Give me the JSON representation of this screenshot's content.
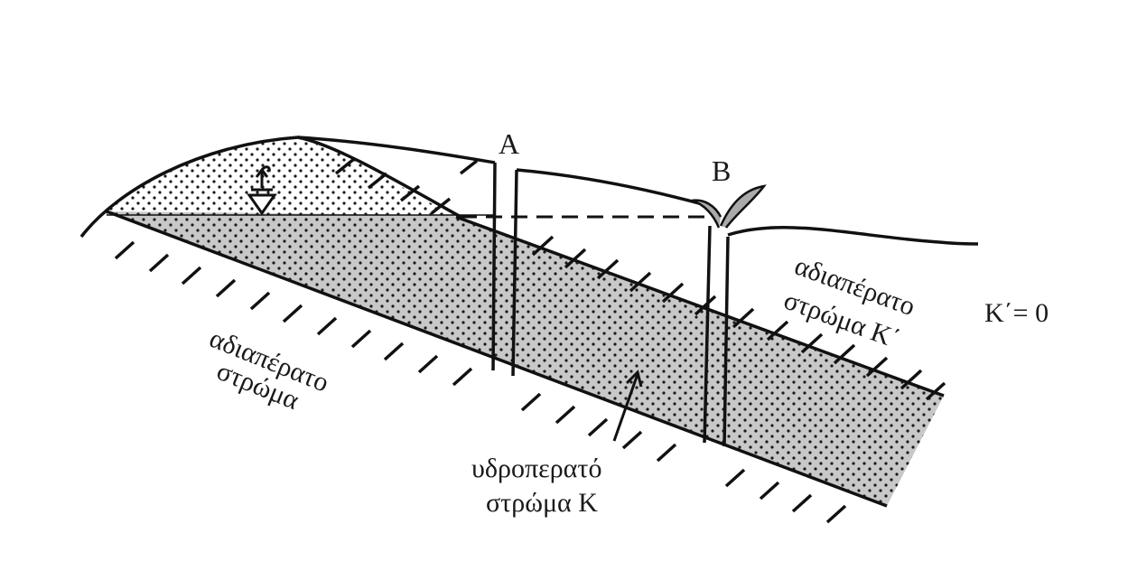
{
  "diagram": {
    "labels": {
      "well_a": "A",
      "well_b": "B",
      "left_layer_line1": "αδιαπέρατο",
      "left_layer_line2": "στρώμα",
      "right_layer_line1": "αδιαπέρατο",
      "right_layer_line2": "στρώμα K΄",
      "k_prime_zero": "K΄= 0",
      "aquifer_line1": "υδροπερατό",
      "aquifer_line2": "στρώμα K"
    },
    "colors": {
      "line": "#111111",
      "aquifer_fill": "#c8c8c8",
      "stipple_dot": "#1a1a1a",
      "plant_fill": "#aaaaaa"
    },
    "icons": {
      "water_table": "water-table-triangle-icon",
      "plant": "plant-sprout-icon",
      "rain": "infiltration-arrow-icon"
    }
  }
}
